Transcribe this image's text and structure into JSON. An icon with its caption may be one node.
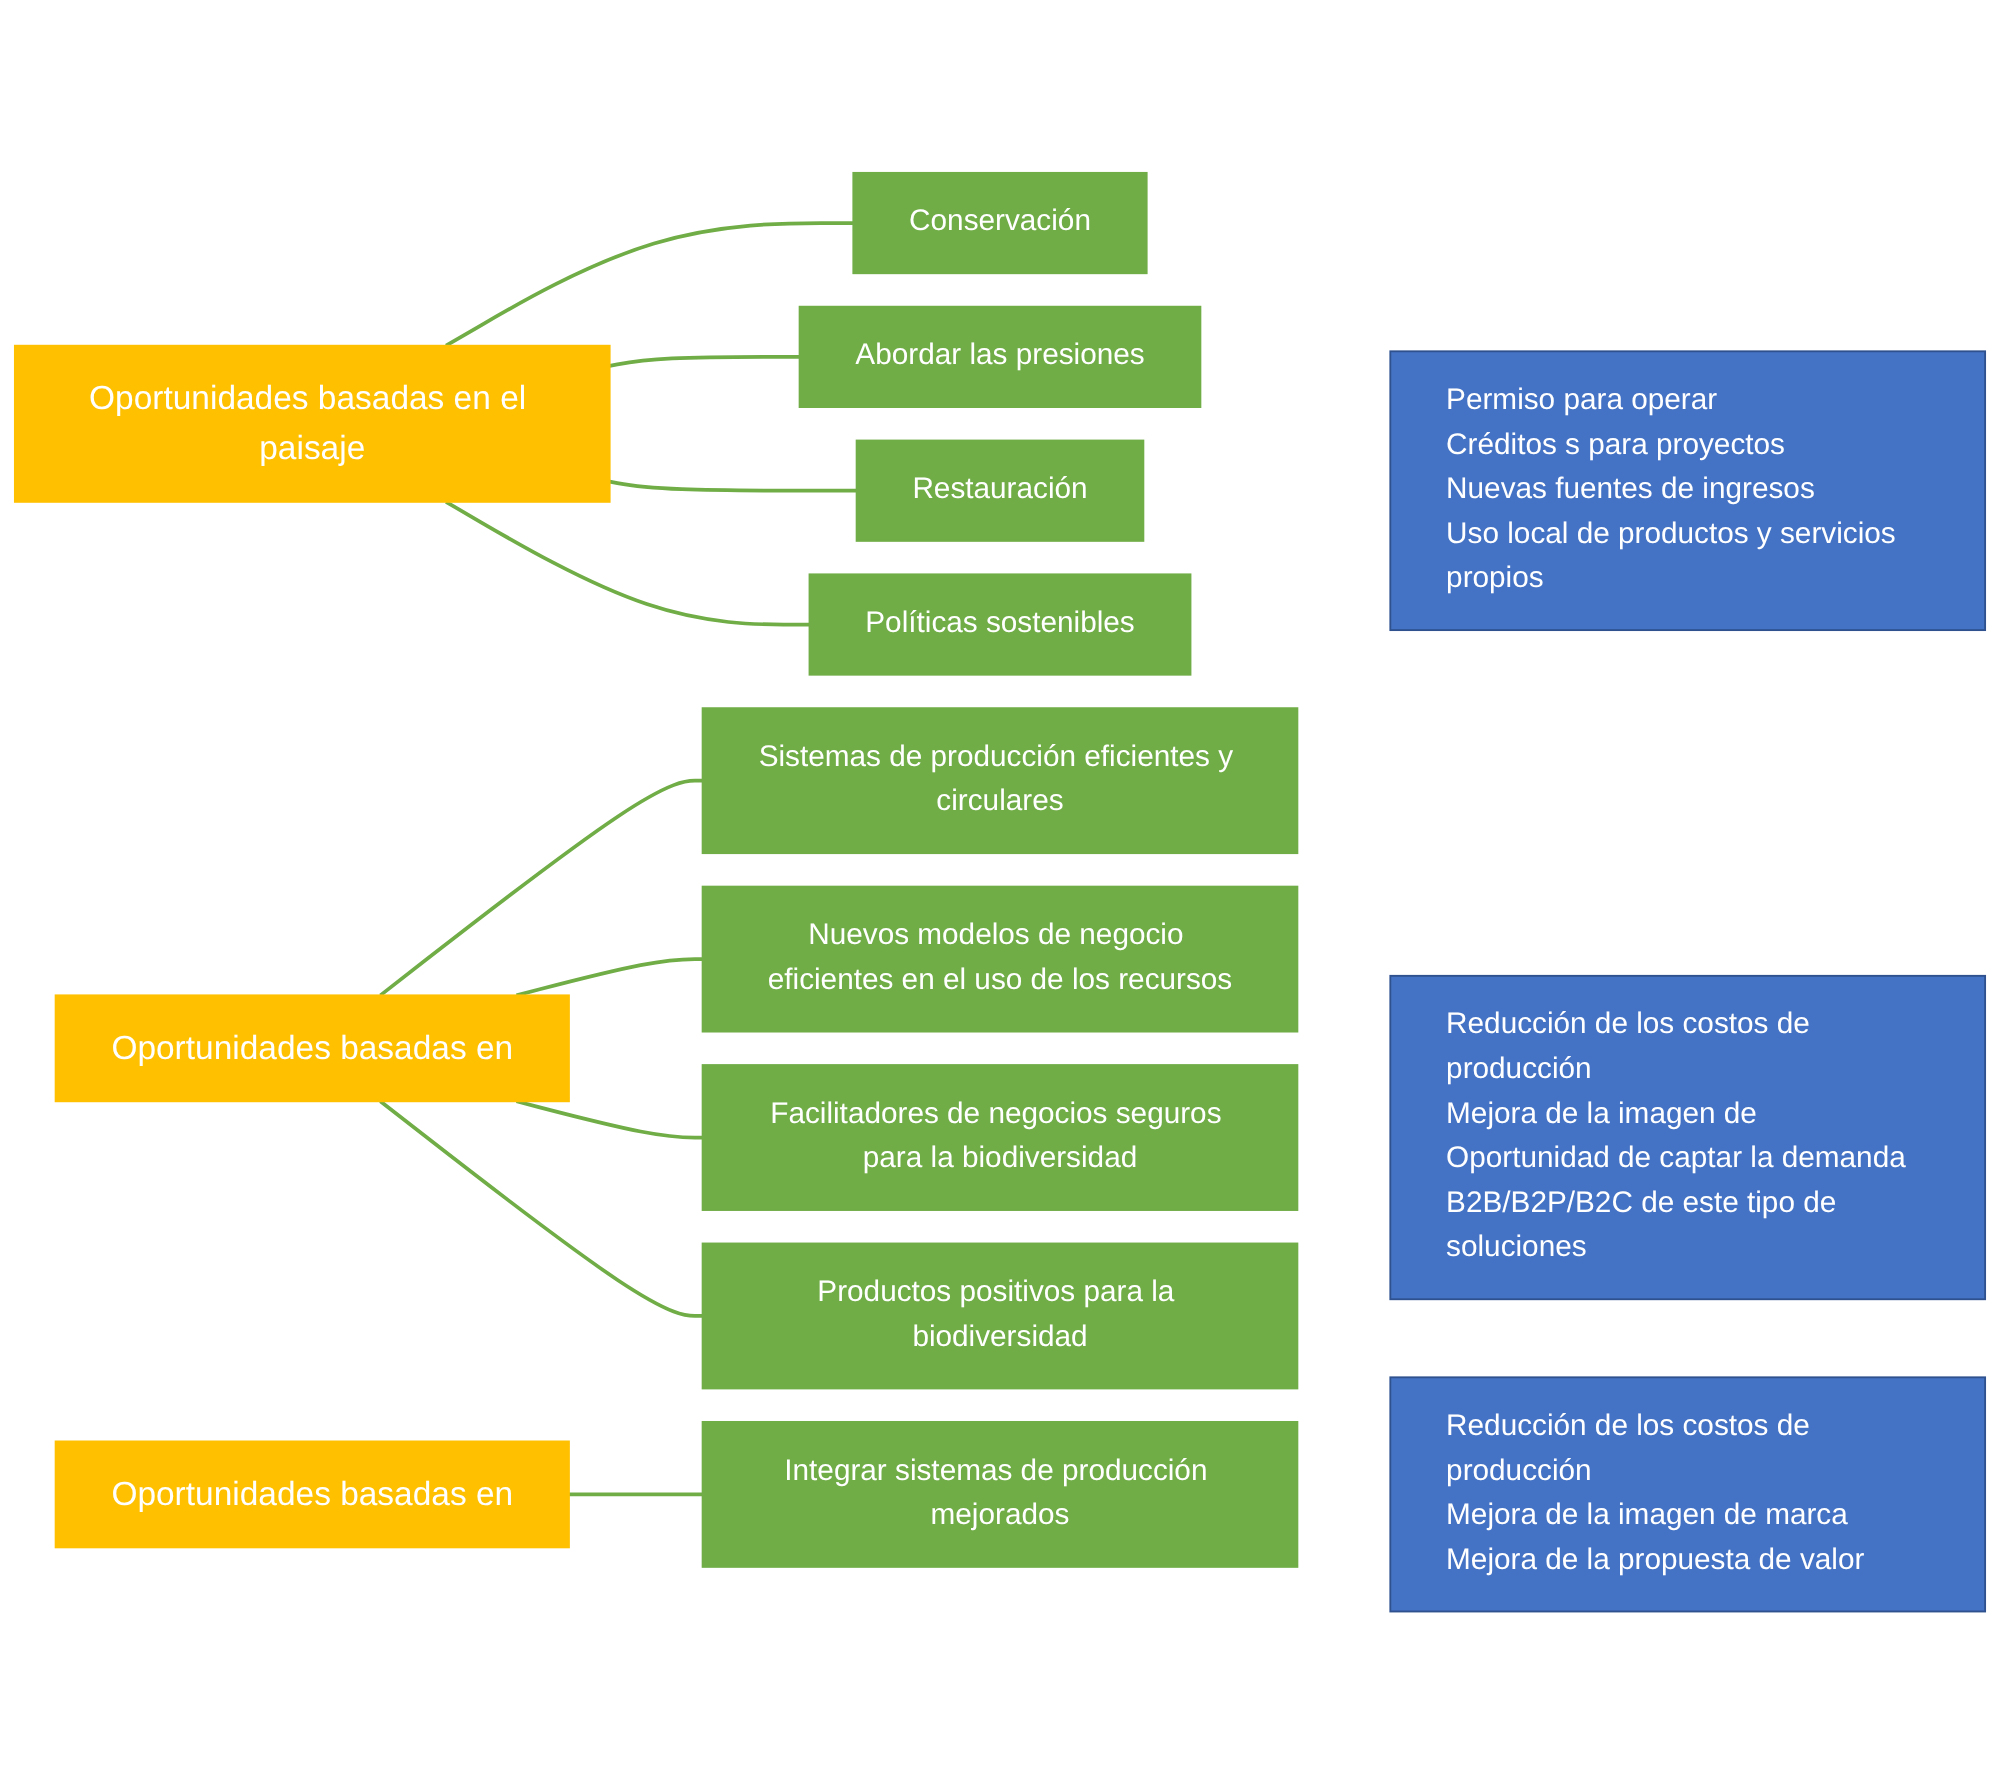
{
  "diagram": {
    "nodes": [
      {
        "text": [
          "Oportunidades basadas en el paisaje"
        ]
      },
      {
        "text": [
          "Conservación"
        ]
      },
      {
        "text": [
          "Abordar las presiones"
        ]
      },
      {
        "text": [
          "Restauración"
        ]
      },
      {
        "text": [
          "Políticas sostenibles"
        ]
      },
      {
        "text": [
          "Permiso para operar",
          "Créditos s para proyectos",
          "Nuevas fuentes de ingresos",
          "Uso local de productos y servicios propios"
        ]
      },
      {
        "text": [
          "Oportunidades basadas en"
        ]
      },
      {
        "text": [
          "Sistemas de producción eficientes y circulares"
        ]
      },
      {
        "text": [
          "Nuevos modelos de negocio eficientes en el uso de los recursos"
        ]
      },
      {
        "text": [
          "Facilitadores de negocios seguros para la biodiversidad"
        ]
      },
      {
        "text": [
          "Productos positivos para la biodiversidad"
        ]
      },
      {
        "text": [
          "Reducción de los costos de producción",
          "Mejora de la imagen de",
          "Oportunidad de captar la demanda B2B/B2P/B2C de este tipo de soluciones"
        ]
      },
      {
        "text": [
          "Oportunidades basadas en"
        ]
      },
      {
        "text": [
          "Integrar sistemas de producción mejorados"
        ]
      },
      {
        "text": [
          "Reducción de los costos de producción",
          "Mejora de la imagen de marca",
          "Mejora de la propuesta de valor"
        ]
      }
    ],
    "edges": [
      {
        "from": 0,
        "to": 1,
        "arrow": "none"
      },
      {
        "from": 0,
        "to": 2,
        "arrow": "none"
      },
      {
        "from": 0,
        "to": 3,
        "arrow": "none"
      },
      {
        "from": 0,
        "to": 4,
        "arrow": "none"
      },
      {
        "from": 6,
        "to": 7,
        "arrow": "none"
      },
      {
        "from": 6,
        "to": 8,
        "arrow": "none"
      },
      {
        "from": 6,
        "to": 9,
        "arrow": "none"
      },
      {
        "from": 6,
        "to": 10,
        "arrow": "none"
      },
      {
        "from": 12,
        "to": 13,
        "arrow": "none"
      }
    ]
  }
}
